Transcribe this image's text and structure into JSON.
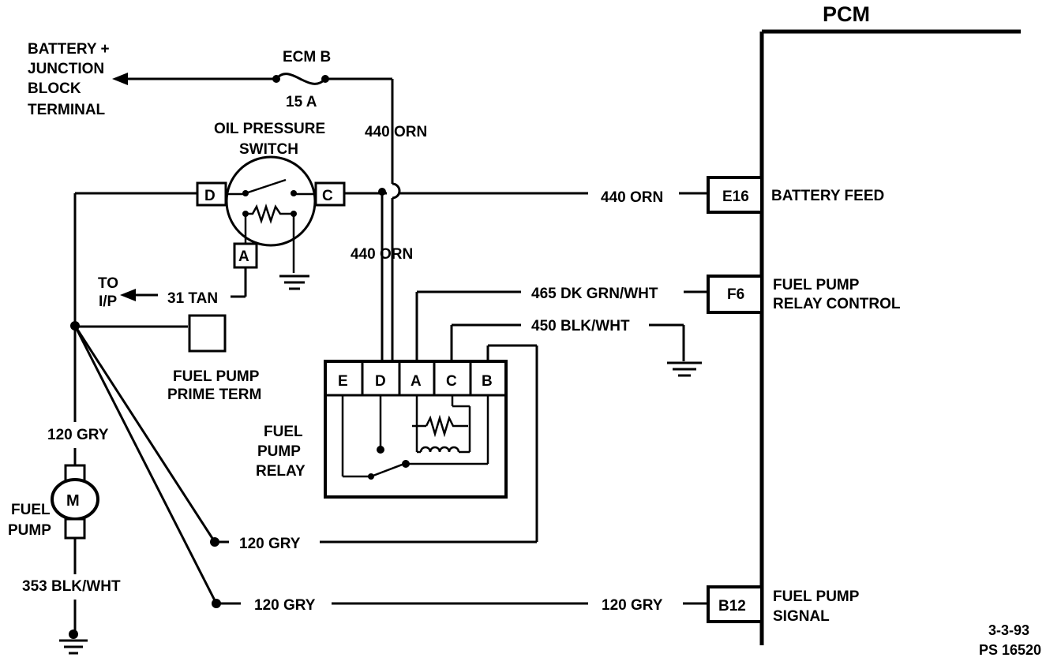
{
  "pcm": {
    "title": "PCM"
  },
  "power": {
    "source_lines": [
      "BATTERY +",
      "JUNCTION",
      "BLOCK",
      "TERMINAL"
    ],
    "fuse_name": "ECM B",
    "fuse_rating": "15 A"
  },
  "oil_switch": {
    "title_lines": [
      "OIL PRESSURE",
      "SWITCH"
    ],
    "terminals": [
      "D",
      "C",
      "A"
    ]
  },
  "wires": {
    "orn_vertical": "440 ORN",
    "orn_vertical_lower": "440 ORN",
    "orn_to_pcm": "440 ORN",
    "relay_control": "465 DK GRN/WHT",
    "relay_ground": "450 BLK/WHT",
    "tan": "31 TAN",
    "gry_pump": "120 GRY",
    "gry_relay": "120 GRY",
    "gry_signal_left": "120 GRY",
    "gry_signal_right": "120 GRY",
    "pump_ground": "353 BLK/WHT"
  },
  "to_ip": [
    "TO",
    "I/P"
  ],
  "prime_term": [
    "FUEL PUMP",
    "PRIME TERM"
  ],
  "relay": {
    "label_lines": [
      "FUEL",
      "PUMP",
      "RELAY"
    ],
    "terminals": [
      "E",
      "D",
      "A",
      "C",
      "B"
    ]
  },
  "pump": {
    "motor": "M",
    "label_lines": [
      "FUEL",
      "PUMP"
    ]
  },
  "pcm_pins": [
    {
      "pin": "E16",
      "label_lines": [
        "BATTERY FEED"
      ]
    },
    {
      "pin": "F6",
      "label_lines": [
        "FUEL PUMP",
        "RELAY CONTROL"
      ]
    },
    {
      "pin": "B12",
      "label_lines": [
        "FUEL PUMP",
        "SIGNAL"
      ]
    }
  ],
  "footer": {
    "date": "3-3-93",
    "code": "PS 16520"
  }
}
